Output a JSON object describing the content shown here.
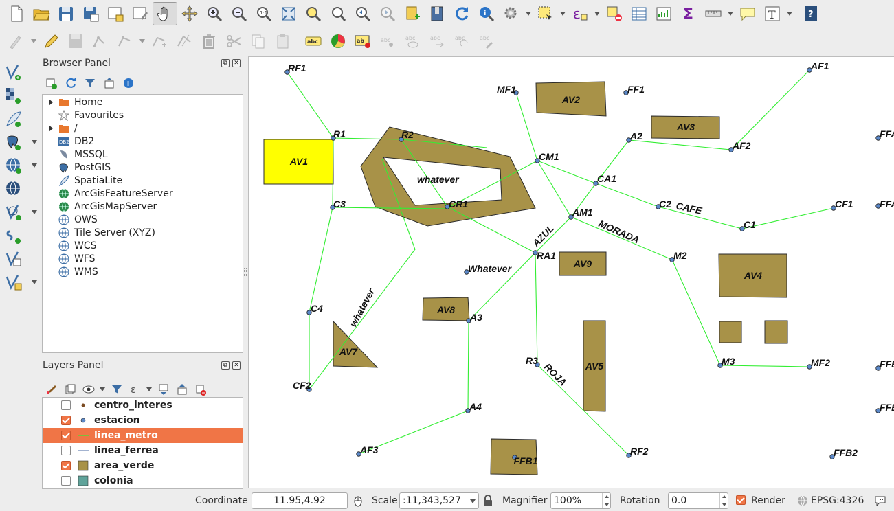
{
  "browser_panel": {
    "title": "Browser Panel",
    "items": [
      {
        "label": "Home",
        "icon": "folder-home-icon",
        "expandable": true
      },
      {
        "label": "Favourites",
        "icon": "star-icon",
        "expandable": false
      },
      {
        "label": "/",
        "icon": "folder-root-icon",
        "expandable": true
      },
      {
        "label": "DB2",
        "icon": "db2-icon",
        "expandable": false
      },
      {
        "label": "MSSQL",
        "icon": "mssql-icon",
        "expandable": false
      },
      {
        "label": "PostGIS",
        "icon": "postgis-icon",
        "expandable": false
      },
      {
        "label": "SpatiaLite",
        "icon": "spatialite-icon",
        "expandable": false
      },
      {
        "label": "ArcGisFeatureServer",
        "icon": "globe-icon",
        "expandable": false
      },
      {
        "label": "ArcGisMapServer",
        "icon": "globe-icon",
        "expandable": false
      },
      {
        "label": "OWS",
        "icon": "ows-icon",
        "expandable": false
      },
      {
        "label": "Tile Server (XYZ)",
        "icon": "xyz-icon",
        "expandable": false
      },
      {
        "label": "WCS",
        "icon": "wcs-icon",
        "expandable": false
      },
      {
        "label": "WFS",
        "icon": "wfs-icon",
        "expandable": false
      },
      {
        "label": "WMS",
        "icon": "wms-icon",
        "expandable": false
      }
    ]
  },
  "layers_panel": {
    "title": "Layers Panel",
    "layers": [
      {
        "name": "centro_interes",
        "checked": false,
        "symbol": "point-brown",
        "selected": false
      },
      {
        "name": "estacion",
        "checked": true,
        "symbol": "point-blue",
        "selected": false
      },
      {
        "name": "linea_metro",
        "checked": true,
        "symbol": "line-green",
        "selected": true
      },
      {
        "name": "linea_ferrea",
        "checked": false,
        "symbol": "line-blue",
        "selected": false
      },
      {
        "name": "area_verde",
        "checked": true,
        "symbol": "fill-olive",
        "selected": false
      },
      {
        "name": "colonia",
        "checked": false,
        "symbol": "fill-teal",
        "selected": false
      }
    ]
  },
  "map": {
    "colors": {
      "line": "#33ee33",
      "point_fill": "#5b88c8",
      "polygon_fill": "#a89248",
      "highlight": "#ffff00",
      "polygon_stroke": "#2b2b2b"
    },
    "labels": {
      "RF1": "RF1",
      "R1": "R1",
      "R2": "R2",
      "MF1": "MF1",
      "FF1": "FF1",
      "AF1": "AF1",
      "A2": "A2",
      "AF2": "AF2",
      "CM1": "CM1",
      "CA1": "CA1",
      "C2": "C2",
      "C1": "C1",
      "CF1": "CF1",
      "C3": "C3",
      "CR1": "CR1",
      "AM1": "AM1",
      "RA1": "RA1",
      "M2": "M2",
      "C4": "C4",
      "A3": "A3",
      "M3": "M3",
      "MF2": "MF2",
      "R3": "R3",
      "CF2": "CF2",
      "A4": "A4",
      "AF3": "AF3",
      "RF2": "RF2",
      "FFB2": "FFB2",
      "FFA_top": "FFA",
      "FFA_mid": "FFA",
      "FFE": "FFE",
      "FFB_edge": "FFB",
      "whatever_poly": "whatever",
      "whatever_pt": "Whatever",
      "whatever_line": "whatever",
      "cafe": "CAFE",
      "azul": "AZUL",
      "morada": "MORADA",
      "roja": "ROJA"
    },
    "areas": {
      "AV1": "AV1",
      "AV2": "AV2",
      "AV3": "AV3",
      "AV4": "AV4",
      "AV5": "AV5",
      "AV7": "AV7",
      "AV8": "AV8",
      "AV9": "AV9",
      "FFB1": "FFB1"
    }
  },
  "statusbar": {
    "coordinate_label": "Coordinate",
    "coordinate_value": "11.95,4.92",
    "scale_label": "Scale",
    "scale_value": ":11,343,527",
    "magnifier_label": "Magnifier",
    "magnifier_value": "100%",
    "rotation_label": "Rotation",
    "rotation_value": "0.0",
    "render_label": "Render",
    "render_checked": true,
    "crs_label": "EPSG:4326"
  }
}
